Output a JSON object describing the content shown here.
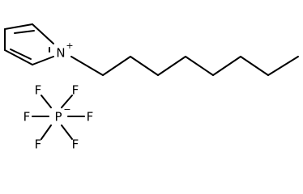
{
  "molecule": {
    "cation": {
      "ring_atom": "N",
      "ring_charge": "+"
    },
    "anion": {
      "center_atom": "P",
      "center_charge": "−",
      "ligands": [
        "F",
        "F",
        "F",
        "F",
        "F",
        "F"
      ]
    }
  }
}
